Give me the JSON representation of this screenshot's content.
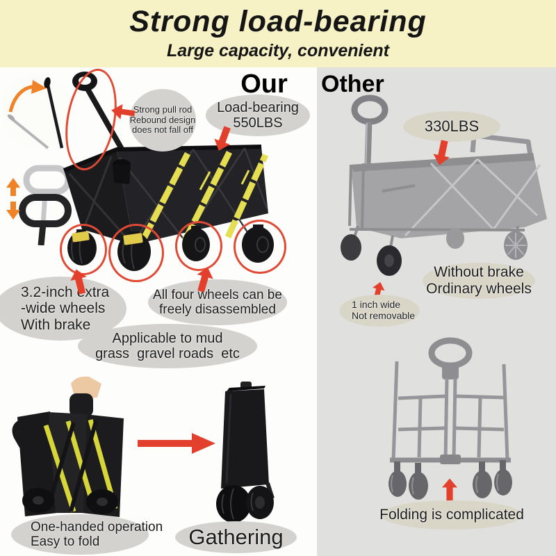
{
  "header": {
    "title": "Strong load-bearing",
    "subtitle": "Large capacity, convenient"
  },
  "columns": {
    "our_label": "Our",
    "other_label": "Other"
  },
  "our": {
    "pull_rod_callout": [
      "Strong pull rod",
      "Rebound design",
      "does not fall off"
    ],
    "load_callout": [
      "Load-bearing",
      "550LBS"
    ],
    "wheel_callout": [
      "3.2-inch extra",
      "-wide wheels",
      "With brake"
    ],
    "disassemble_callout": [
      "All four wheels can be",
      "freely disassembled"
    ],
    "terrain_callout": [
      "Applicable to mud",
      "grass  gravel roads  etc"
    ],
    "fold_callout": [
      "One-handed operation",
      "Easy to fold"
    ],
    "gathering_label": "Gathering"
  },
  "other": {
    "load_callout": "330LBS",
    "wheel_callout": [
      "1 inch wide",
      "Not removable"
    ],
    "brake_callout": [
      "Without brake",
      "Ordinary wheels"
    ],
    "folding_callout": "Folding is complicated"
  },
  "icons": [
    "red-arrow-left-icon",
    "red-arrow-down-icon",
    "red-arrow-up-icon",
    "red-arrow-right-icon",
    "orange-curved-arrow-icon",
    "orange-up-down-arrows-icon",
    "red-highlight-ellipse"
  ],
  "colors": {
    "header_bg": "#f7f1c6",
    "left_bg": "#fdfdfb",
    "right_bg": "#e0e0de",
    "callout_gray": "#d3d2ce",
    "callout_beige": "#d9d6c8",
    "arrow_red": "#e2402c",
    "arrow_orange": "#f08228",
    "highlight_red": "#e04a35",
    "stripe_yellow": "#e5de52"
  }
}
